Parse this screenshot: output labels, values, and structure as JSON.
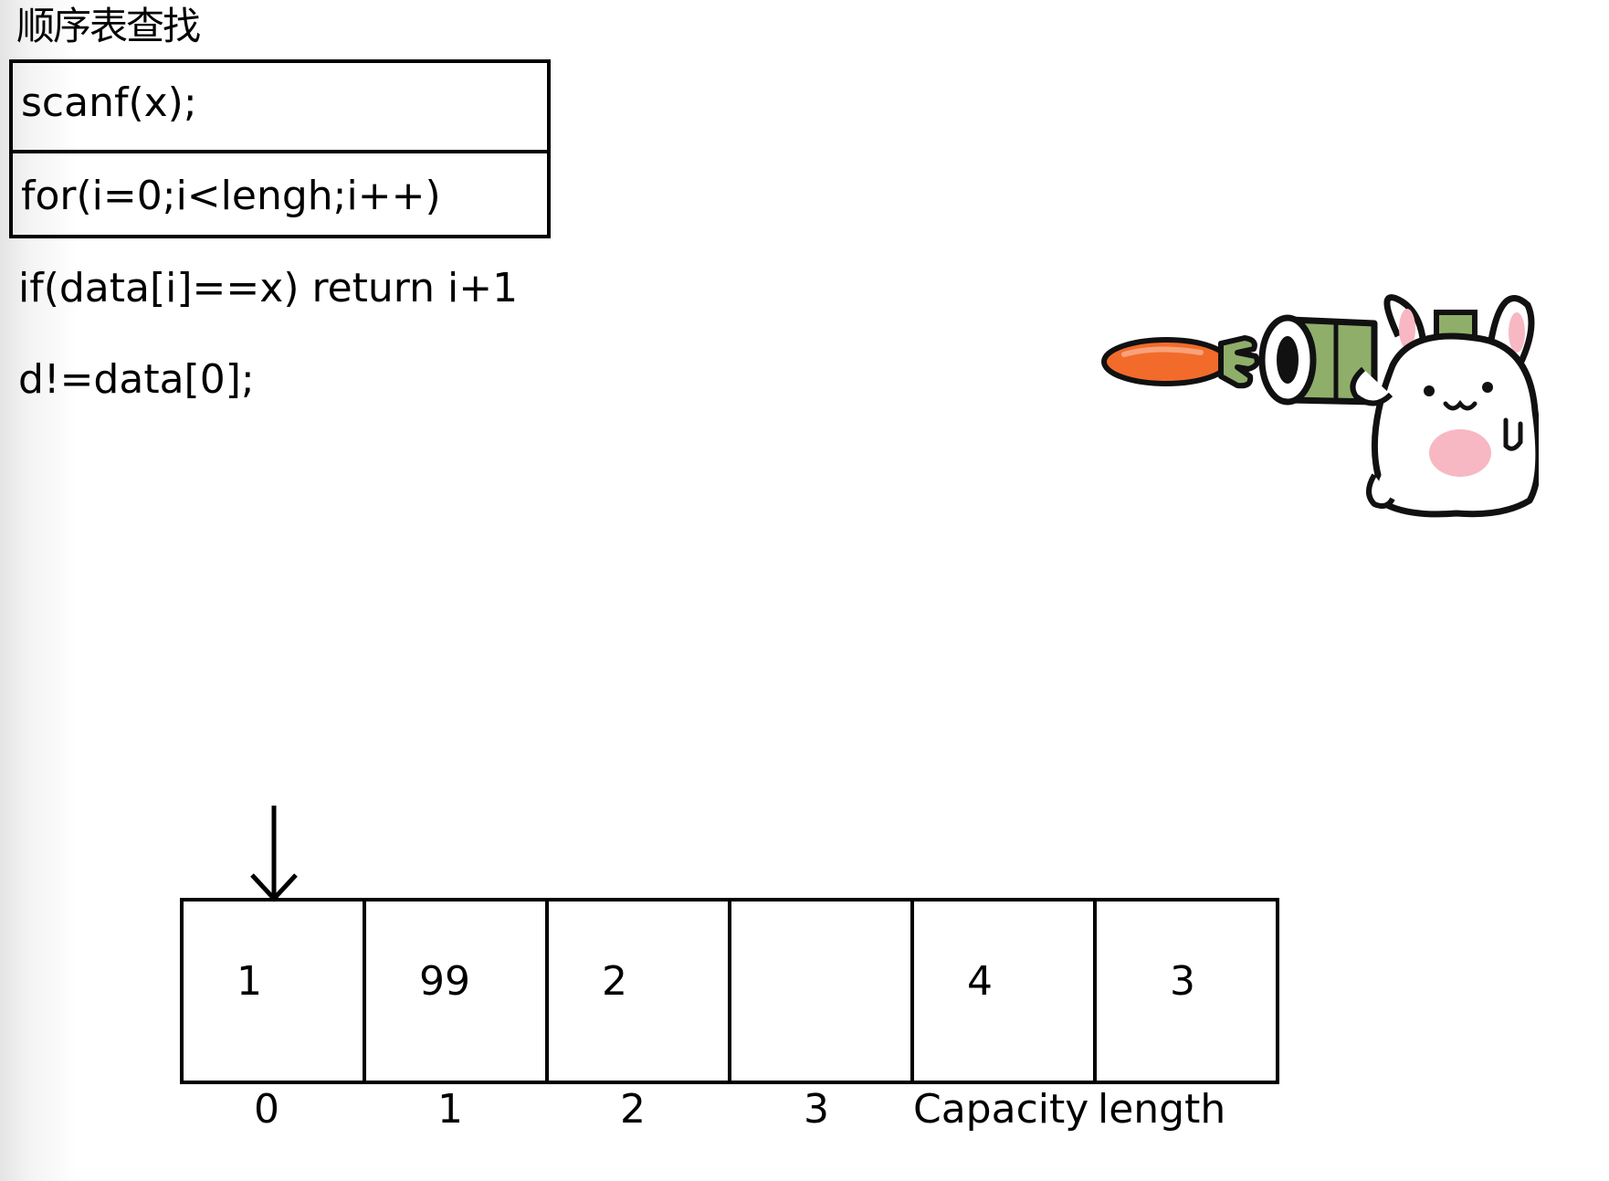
{
  "title": "顺序表查找",
  "code": {
    "line1": "scanf(x);",
    "line2": "for(i=0;i<lengh;i++)",
    "line3": "if(data[i]==x) return i+1",
    "line4": "d!=data[0];"
  },
  "array": {
    "cells": [
      "1",
      "99",
      "2",
      "",
      "4",
      "3"
    ],
    "indices": [
      "0",
      "1",
      "2",
      "3",
      "Capacity",
      "length"
    ]
  },
  "pointer": {
    "target_index": 0,
    "icon": "down-arrow-icon"
  },
  "illustration": {
    "icon": "bunny-carrot-cannon-icon",
    "colors": {
      "carrot": "#f26b2a",
      "cannon": "#8fae6a",
      "blush": "#f7b8c3"
    }
  }
}
